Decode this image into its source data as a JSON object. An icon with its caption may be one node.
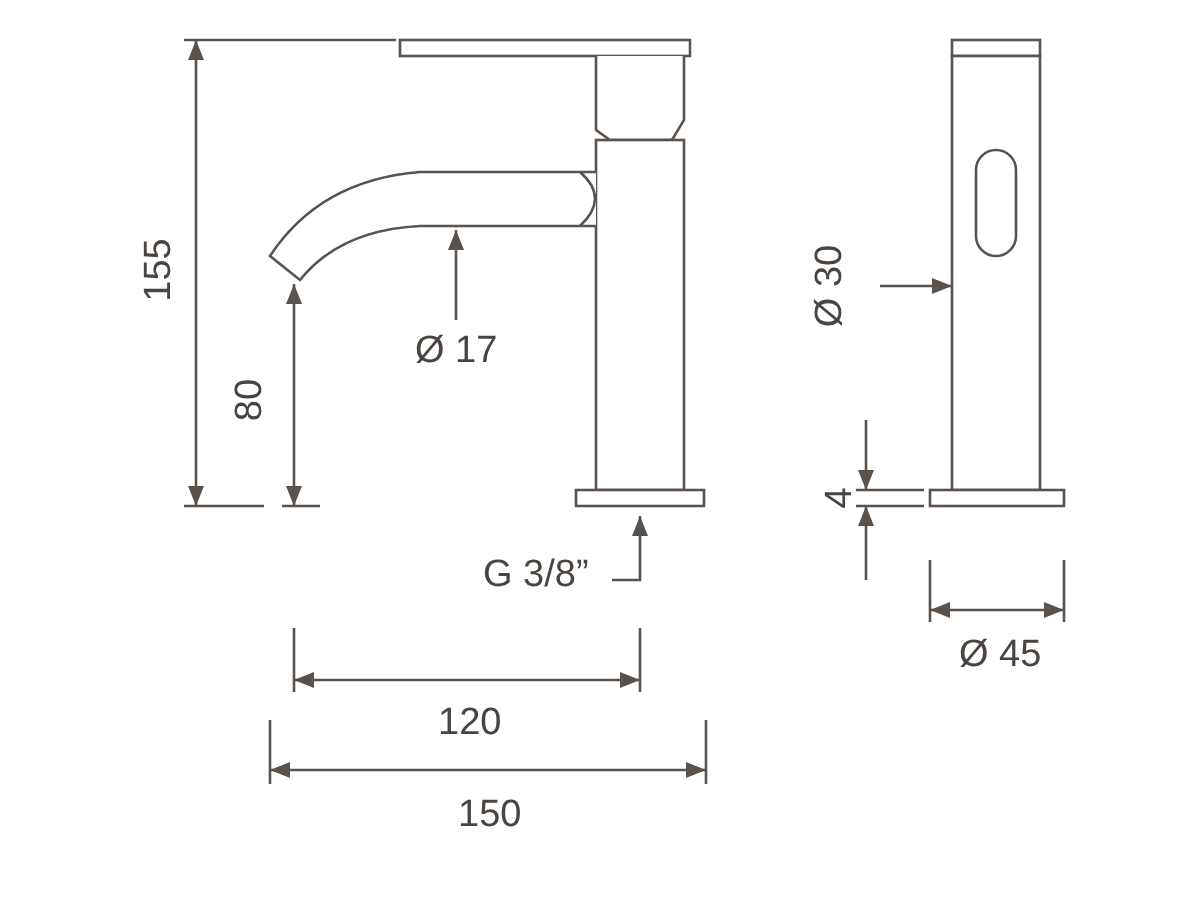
{
  "diagram": {
    "labels": [
      "155",
      "80",
      "Ø 17",
      "G 3/8”",
      "Ø 30",
      "4",
      "Ø 45",
      "120",
      "150"
    ]
  }
}
